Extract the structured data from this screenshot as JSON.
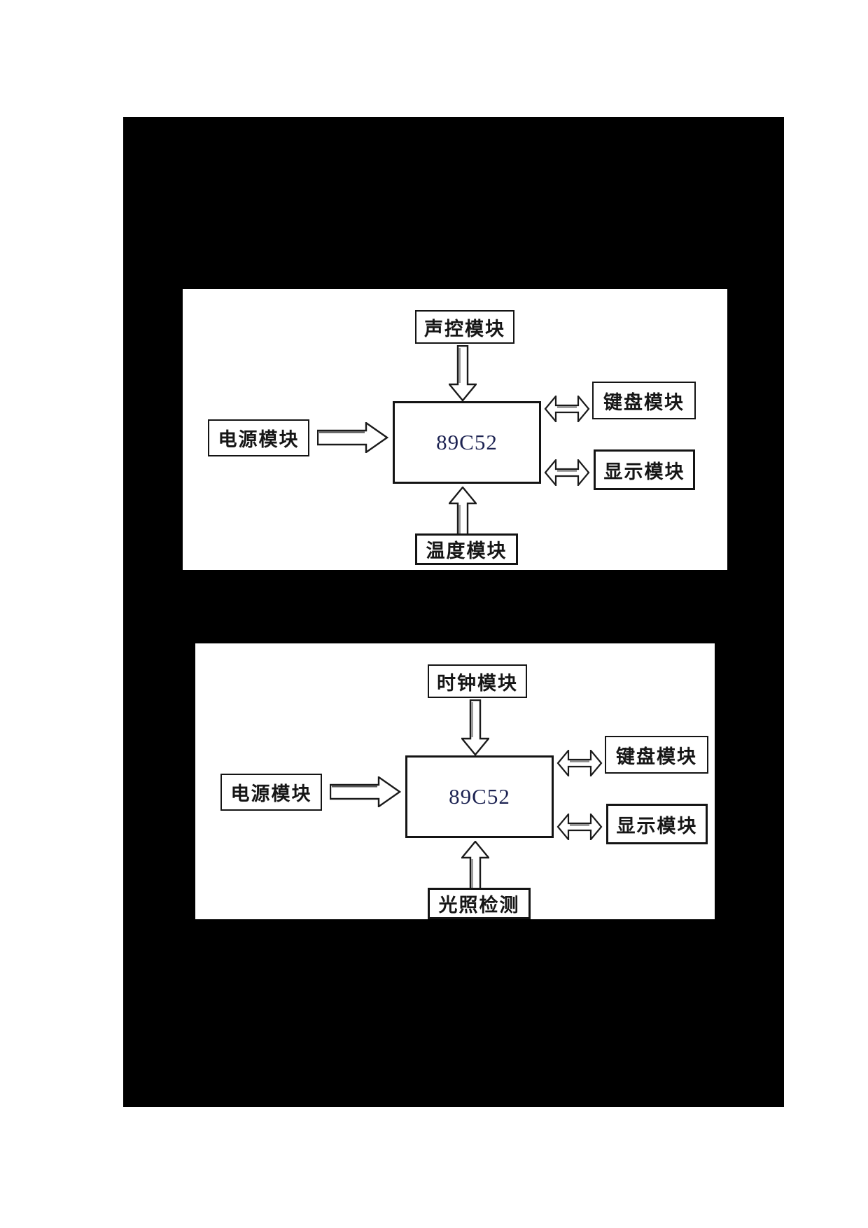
{
  "page": {
    "type": "scanned-document-page",
    "canvas_background": "#ffffff",
    "sheet_background": "#000000",
    "panel_background": "#ffffff",
    "box_border_color": "#141414",
    "mcu_text_color": "#1d2352"
  },
  "diagrams": [
    {
      "name": "block-diagram-1",
      "top_module": "声控模块",
      "left_module": "电源模块",
      "center_module": "89C52",
      "right_top_module": "键盘模块",
      "right_bottom_module": "显示模块",
      "bottom_module": "温度模块",
      "arrows": {
        "top": "down-block-arrow",
        "left": "right-block-arrow",
        "right_top": "double-headed-arrow",
        "right_bottom": "double-headed-arrow",
        "bottom": "up-block-arrow"
      }
    },
    {
      "name": "block-diagram-2",
      "top_module": "时钟模块",
      "left_module": "电源模块",
      "center_module": "89C52",
      "right_top_module": "键盘模块",
      "right_bottom_module": "显示模块",
      "bottom_module": "光照检测",
      "arrows": {
        "top": "down-block-arrow",
        "left": "right-block-arrow",
        "right_top": "double-headed-arrow",
        "right_bottom": "double-headed-arrow",
        "bottom": "up-block-arrow"
      }
    }
  ]
}
